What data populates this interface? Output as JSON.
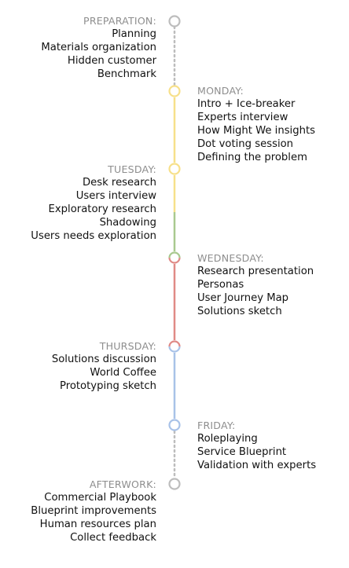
{
  "colors": {
    "gray": "#bdbdbd",
    "yellow": "#f7e08a",
    "green": "#a9c98f",
    "red": "#e08a86",
    "blue": "#a8c2e8"
  },
  "stages": [
    {
      "heading": "PREPARATION:",
      "items": [
        "Planning",
        "Materials organization",
        "Hidden customer",
        "Benchmark"
      ]
    },
    {
      "heading": "MONDAY:",
      "items": [
        "Intro + Ice-breaker",
        "Experts interview",
        "How Might We insights",
        "Dot voting session",
        "Defining the problem"
      ]
    },
    {
      "heading": "TUESDAY:",
      "items": [
        "Desk research",
        "Users interview",
        "Exploratory research",
        "Shadowing",
        "Users needs exploration"
      ]
    },
    {
      "heading": "WEDNESDAY:",
      "items": [
        "Research presentation",
        "Personas",
        "User Journey Map",
        "Solutions sketch"
      ]
    },
    {
      "heading": "THURSDAY:",
      "items": [
        "Solutions discussion",
        "World Coffee",
        "Prototyping sketch"
      ]
    },
    {
      "heading": "FRIDAY:",
      "items": [
        "Roleplaying",
        "Service Blueprint",
        "Validation with experts"
      ]
    },
    {
      "heading": "AFTERWORK:",
      "items": [
        "Commercial Playbook",
        "Blueprint improvements",
        "Human resources plan",
        "Collect feedback"
      ]
    }
  ]
}
